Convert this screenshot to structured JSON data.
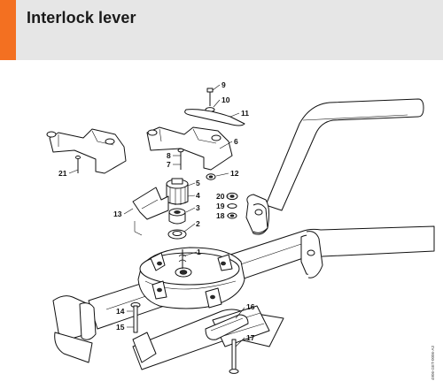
{
  "header": {
    "title": "Interlock lever",
    "accent_color": "#f37021",
    "background_color": "#e6e6e6"
  },
  "callouts": [
    "1",
    "2",
    "3",
    "4",
    "5",
    "6",
    "7",
    "8",
    "9",
    "10",
    "11",
    "12",
    "13",
    "14",
    "15",
    "16",
    "17",
    "18",
    "19",
    "20",
    "21"
  ],
  "doc_ref": "4906-GET-0006-A3"
}
